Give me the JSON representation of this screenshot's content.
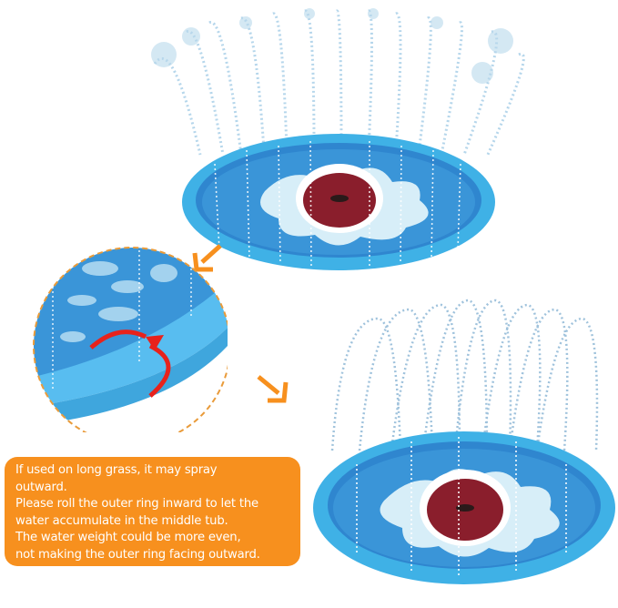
{
  "scene": {
    "description": "Product image: inflatable shark splash-pad sprinkler, shown from above twice with a zoomed inset of the rolled rim",
    "colors": {
      "background": "#ffffff",
      "pad_rim": "#3fb1e6",
      "pad_water": "#2f86cf",
      "pad_foam": "#d7eef8",
      "shark_mouth": "#8a1e2c",
      "accent_orange": "#f7901e",
      "red_arrow": "#e8221c",
      "spray": "#a8cde6"
    }
  },
  "top_pad": {
    "label": "splash-pad-with-wide-spray"
  },
  "inset": {
    "label": "rolled-outer-ring-detail",
    "arrow": "curved-red-arrow-icon"
  },
  "arrows": [
    {
      "name": "arrow-down-left-icon",
      "direction": "down-left"
    },
    {
      "name": "arrow-down-right-icon",
      "direction": "down-right"
    }
  ],
  "bottom_pad": {
    "label": "splash-pad-with-focused-spray"
  },
  "note": {
    "lines": [
      "If used on long grass, it may spray",
      "outward.",
      "Please roll the outer ring inward to let the",
      "water accumulate in the middle tub.",
      "The water weight could be more even,",
      "not making the outer ring facing outward."
    ]
  }
}
